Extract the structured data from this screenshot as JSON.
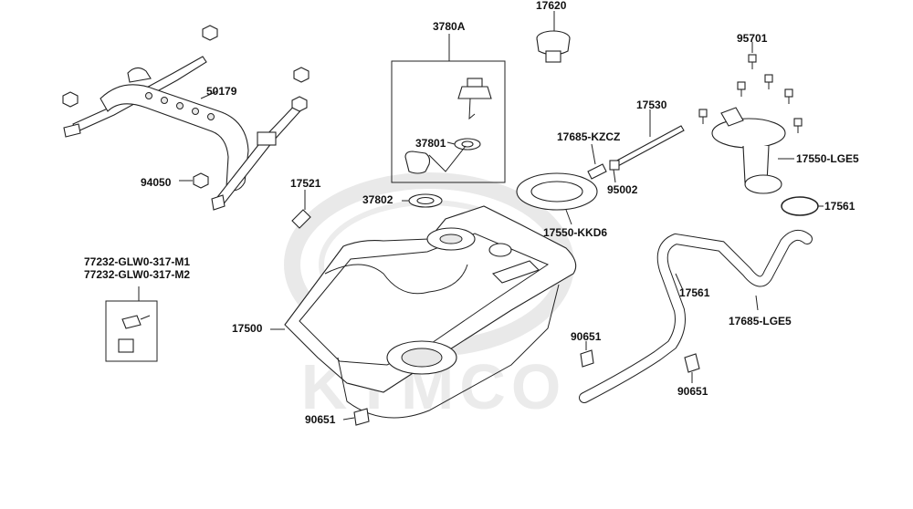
{
  "colors": {
    "ink": "#222222",
    "watermark": "#e9e9e9",
    "background": "#ffffff"
  },
  "watermark": {
    "text": "KYMCO"
  },
  "parts": {
    "p17620": "17620",
    "p3780A": "3780A",
    "p95701": "95701",
    "p50179": "50179",
    "p17530": "17530",
    "p37801": "37801",
    "p17685KZCZ": "17685-KZCZ",
    "p17550LGE5": "17550-LGE5",
    "p94050": "94050",
    "p17521": "17521",
    "p95002": "95002",
    "p37802": "37802",
    "p17561a": "17561",
    "p17550KKD6": "17550-KKD6",
    "p77232m1": "77232-GLW0-317-M1",
    "p77232m2": "77232-GLW0-317-M2",
    "p17561b": "17561",
    "p17685LGE5": "17685-LGE5",
    "p17500": "17500",
    "p90651a": "90651",
    "p90651b": "90651",
    "p90651c": "90651"
  }
}
